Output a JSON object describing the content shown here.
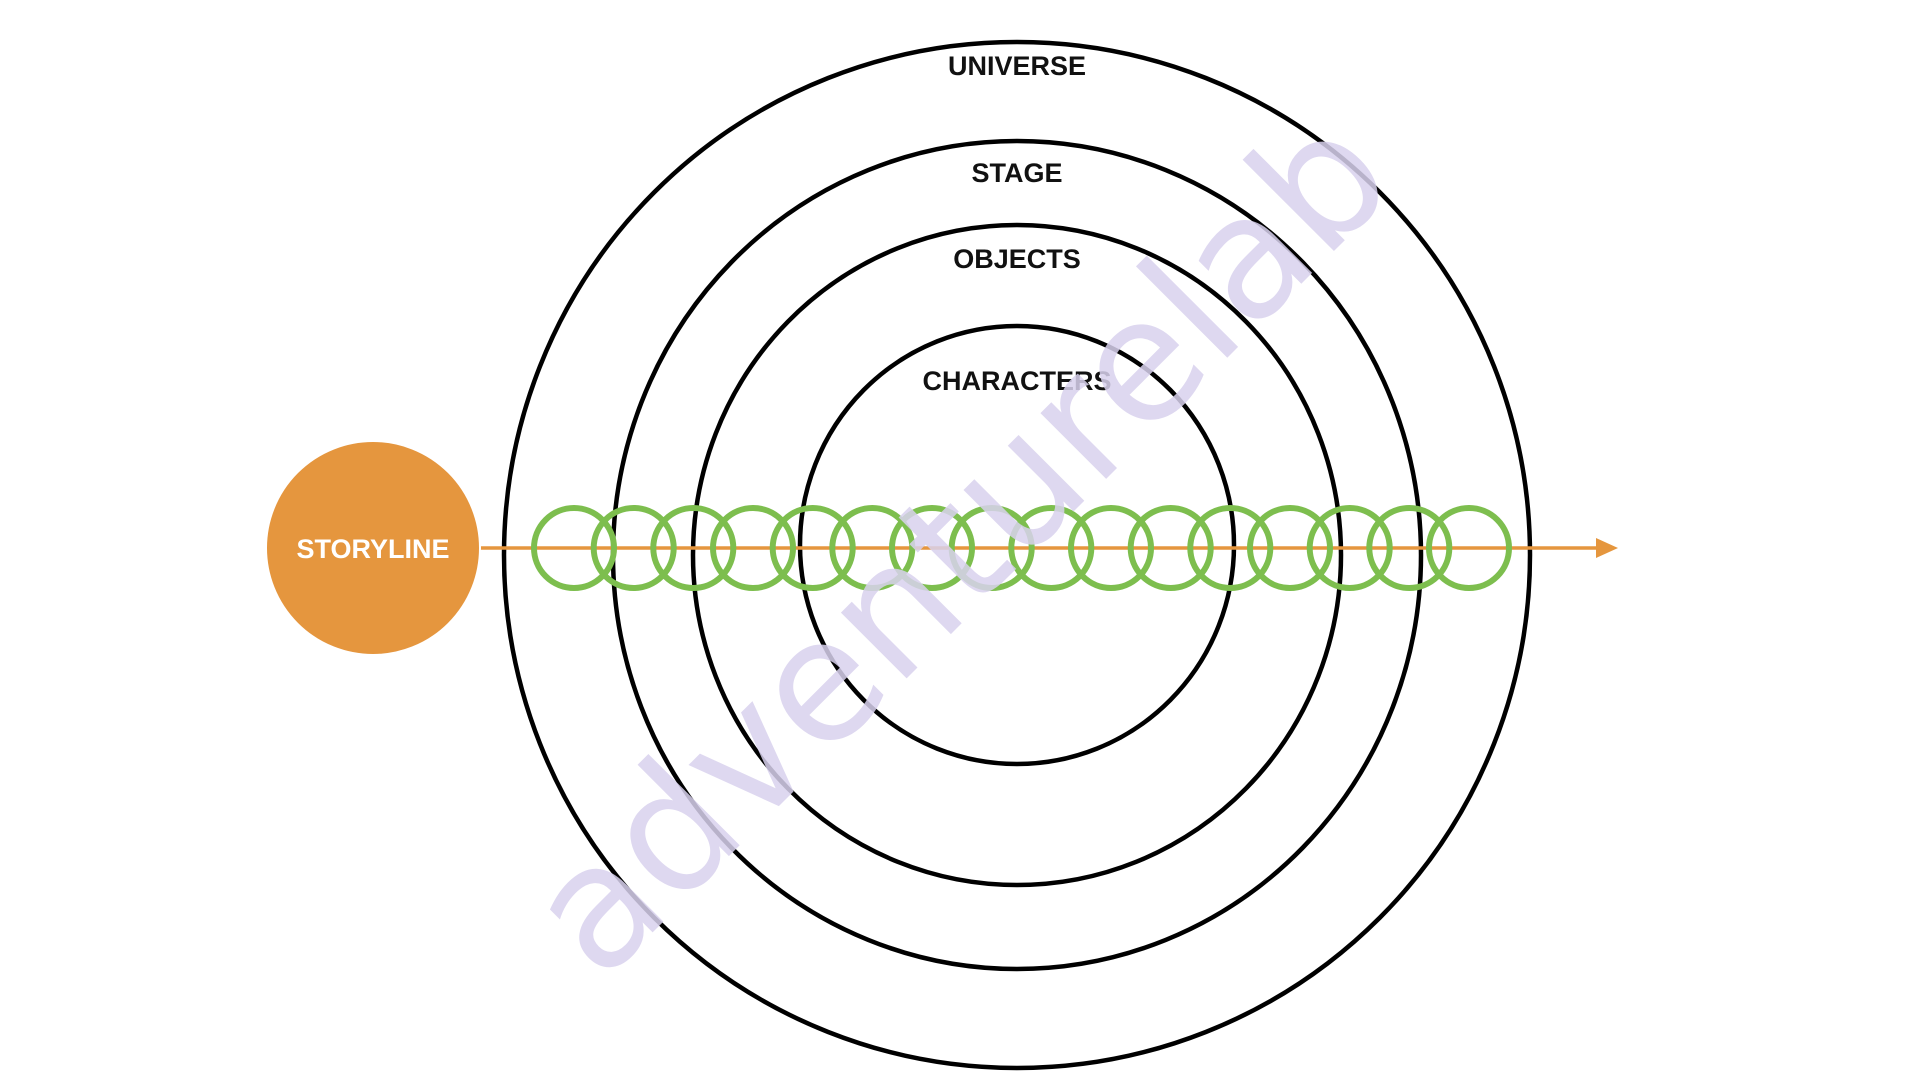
{
  "diagram": {
    "rings": [
      {
        "label": "UNIVERSE"
      },
      {
        "label": "STAGE"
      },
      {
        "label": "OBJECTS"
      },
      {
        "label": "CHARACTERS"
      }
    ],
    "storyline": {
      "label": "STORYLINE",
      "circle_color": "#E5963E",
      "arrow_color": "#E5963E",
      "link_count": 16,
      "link_color": "#7DBE4E"
    },
    "ring_color": "#000000",
    "watermark": "adventurelab",
    "watermark_color": "#D9D2EE"
  }
}
